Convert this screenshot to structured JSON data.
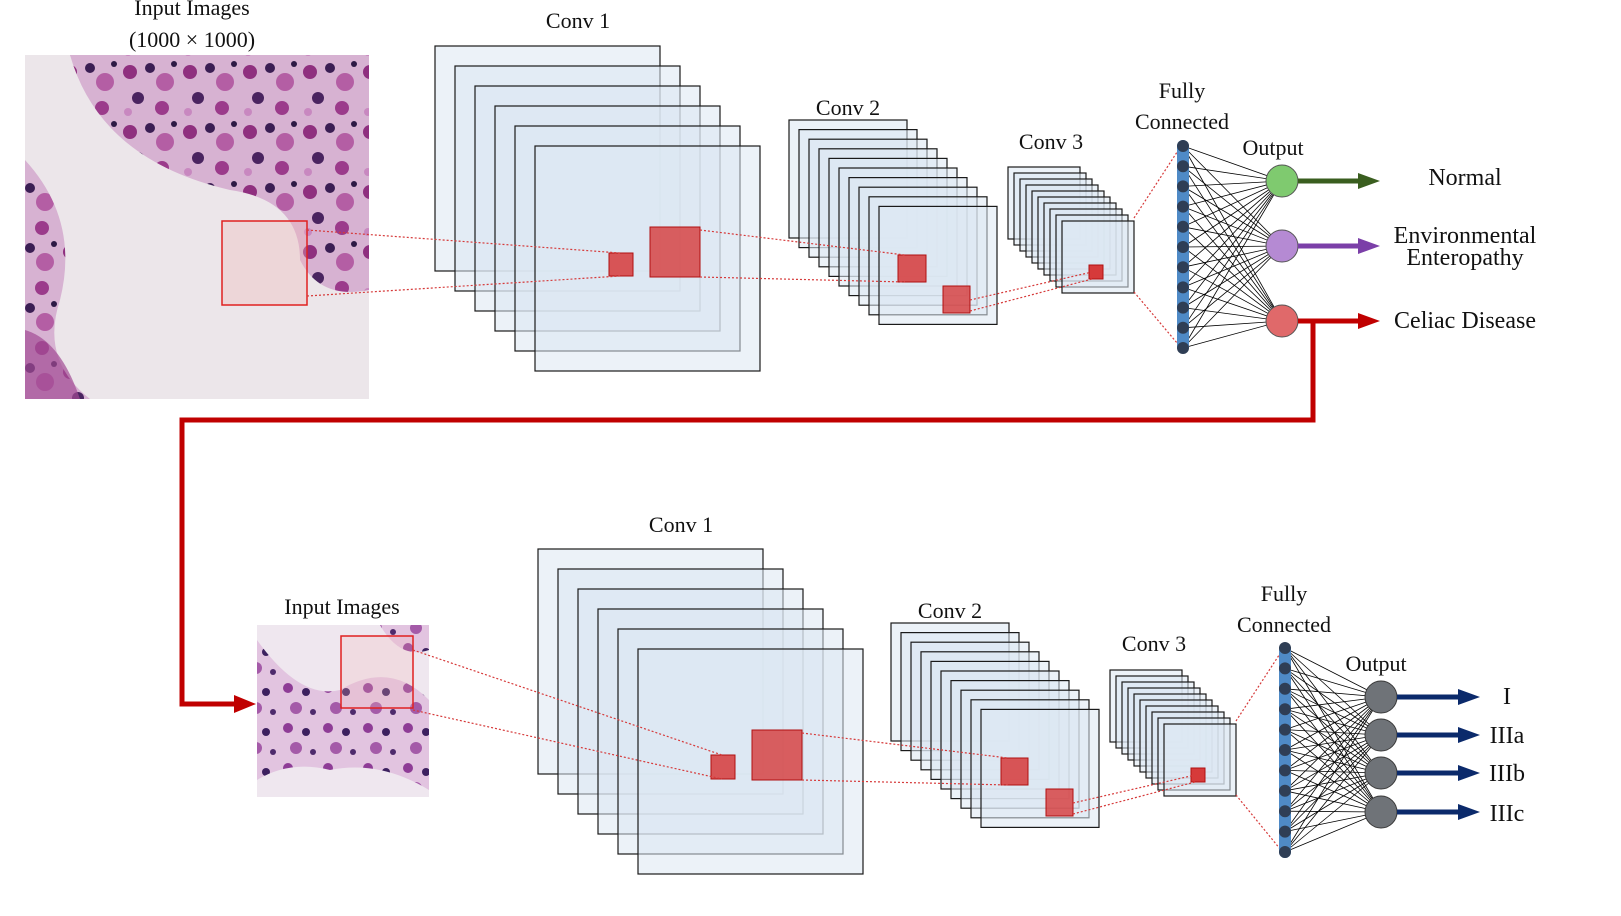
{
  "stage1": {
    "input_title": "Input Images",
    "input_size": "(1000 × 1000)",
    "conv1": "Conv 1",
    "conv2": "Conv 2",
    "conv3": "Conv 3",
    "fc_line1": "Fully",
    "fc_line2": "Connected",
    "output": "Output",
    "classes": [
      {
        "label": "Normal",
        "color": "#7fca6f",
        "arrow": "#3a5e1f"
      },
      {
        "label_line1": "Environmental",
        "label_line2": "Enteropathy",
        "color": "#b58ad3",
        "arrow": "#7b3fa8"
      },
      {
        "label": "Celiac Disease",
        "color": "#e0696a",
        "arrow": "#c00000"
      }
    ]
  },
  "stage2": {
    "input_title": "Input Images",
    "conv1": "Conv 1",
    "conv2": "Conv 2",
    "conv3": "Conv 3",
    "fc_line1": "Fully",
    "fc_line2": "Connected",
    "output": "Output",
    "classes": [
      "I",
      "IIIa",
      "IIIb",
      "IIIc"
    ],
    "node_color": "#6f7378",
    "arrow_color": "#0b2a6b"
  },
  "colors": {
    "map_fill": "#dde7f3",
    "map_stroke": "#1a1a1a",
    "highlight": "#d63a3a",
    "fc_bar": "#4f8ac6",
    "fc_node": "#2f3e55",
    "link_arrow": "#c00000"
  }
}
